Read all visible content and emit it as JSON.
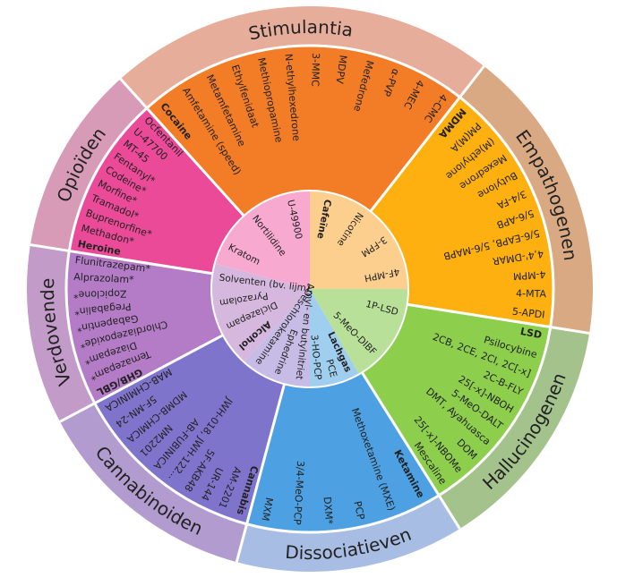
{
  "colors": {
    "stimulantia_ring": "#e6ad9b",
    "empathogenen_ring": "#d9a983",
    "hallucinogenen_ring": "#a3c28c",
    "dissociatieven_ring": "#a7bde3",
    "cannabinoiden_ring": "#b29bcf",
    "verdovende_ring": "#c29bc9",
    "opioiden_ring": "#d89bb7",
    "stimulantia": "#f27d26",
    "empathogenen": "#fdb00f",
    "hallucinogenen": "#8dce4d",
    "dissociatieven": "#4da1e3",
    "cannabinoiden": "#7f74cc",
    "verdovende": "#b47bc6",
    "opioiden": "#ea4a97"
  },
  "categories": [
    {
      "id": "stimulantia",
      "label": "Stimulantia",
      "group": "Cocaine",
      "items": [
        "Amfetamine (speed)",
        "Metamfetamine",
        "Ethylfenidaat",
        "Methiopropamine",
        "N-ethylhexedrone",
        "3-MMC",
        "MDPV",
        "Mefedrone",
        "α-PVP",
        "4-MEC",
        "4-CMC"
      ],
      "inner": [
        "Cafeïne",
        "Nicotine",
        "3-FPM",
        "4F-MPH"
      ]
    },
    {
      "id": "empathogenen",
      "label": "Empathogenen",
      "group": "MDMA",
      "items": [
        "PM(M)A",
        "(M)ethylone",
        "Mexedrone",
        "Butylone",
        "3/4-FA",
        "5/6-APB",
        "5/6-EAPB, 5/6-MAPB",
        "4,4'-DMAR",
        "4-MPM",
        "4-MTA",
        "5-APDI"
      ],
      "inner": []
    },
    {
      "id": "hallucinogenen",
      "label": "Hallucinogenen",
      "group": "LSD",
      "items": [
        "Psilocybine",
        "2CB, 2CE, 2CI, 2C[-x]",
        "2C-B-FLY",
        "25[-x]-NBOH",
        "5-MeO-DALT",
        "DMT, Ayahuasca",
        "DOM",
        "25[-x]-NBOMe",
        "Mescaline"
      ],
      "inner": [
        "1P-LSD",
        "5-MeO-DIBF"
      ]
    },
    {
      "id": "dissociatieven",
      "label": "Dissociatieven",
      "group": "Ketamine",
      "items": [
        "Methoxetamine (MXE)",
        "PCP",
        "DXM*",
        "3/4-MeO-PCP",
        "MXM"
      ],
      "inner": [
        "Lachgas",
        "PCE",
        "3-HO-PCP"
      ]
    },
    {
      "id": "cannabinoiden",
      "label": "Cannabinoiden",
      "group": "Cannabis",
      "items": [
        "AM-2201",
        "UR-144",
        "5F-AKB48",
        "JWH-018, JWH-122...",
        "AB-FUBINICA",
        "NM2201",
        "MDMB-CHMICA",
        "5F-MN-24",
        "MAB-CHMINICA"
      ],
      "inner": [
        "Amyl- en butylnitriet",
        "Ephedrine",
        "Deschloroketamine"
      ]
    },
    {
      "id": "verdovende",
      "label": "Verdovende",
      "group": "GHB/GBL",
      "items": [
        "Temazepam*",
        "Diazepam*",
        "Chlordiazepoxide*",
        "Gabapentin*",
        "Pregabalin*",
        "Zopiclone*",
        "Alprazolam*",
        "Flunitrazepam*"
      ],
      "inner": [
        "Alcohol",
        "Diclazepam",
        "Pyrazolam",
        "Solventen (bv. lijm)"
      ]
    },
    {
      "id": "opioiden",
      "label": "Opioïden",
      "group": "Heroine",
      "items": [
        "Methadon*",
        "Buprenorfine*",
        "Tramadol*",
        "Morfine*",
        "Codeine*",
        "Fentanyl*",
        "MT-45",
        "U-47700",
        "Ocfentanil"
      ],
      "inner": [
        "Kratom",
        "Nortilidine",
        "U-49900"
      ]
    }
  ]
}
